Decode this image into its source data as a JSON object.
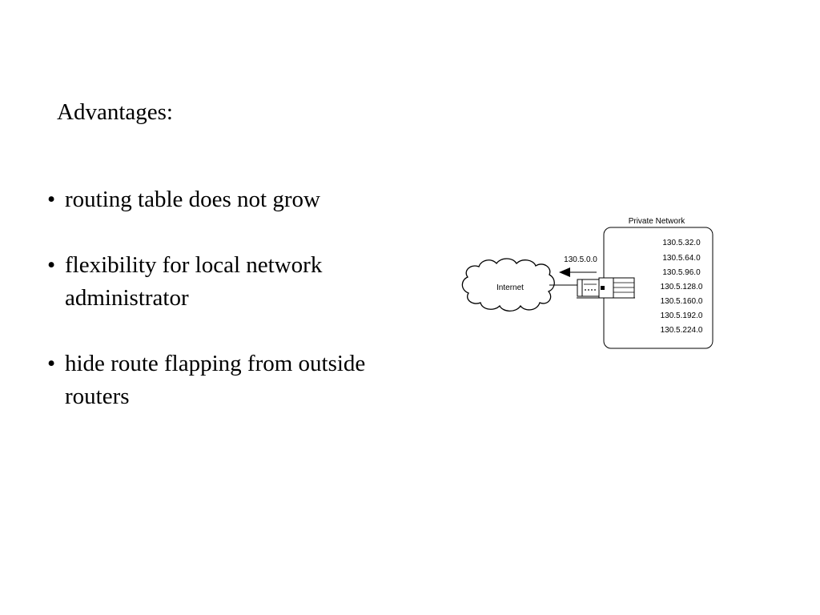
{
  "slide": {
    "heading": "Advantages:",
    "bullet_symbol": "•",
    "bullets": [
      {
        "text": "routing table does not grow"
      },
      {
        "text": "flexibility for local network administrator"
      },
      {
        "text": "hide route flapping from outside routers"
      }
    ]
  },
  "diagram": {
    "private_network_label": "Private Network",
    "internet_label": "Internet",
    "advertised_route": "130.5.0.0",
    "subnets": [
      "130.5.32.0",
      "130.5.64.0",
      "130.5.96.0",
      "130.5.128.0",
      "130.5.160.0",
      "130.5.192.0",
      "130.5.224.0"
    ]
  }
}
